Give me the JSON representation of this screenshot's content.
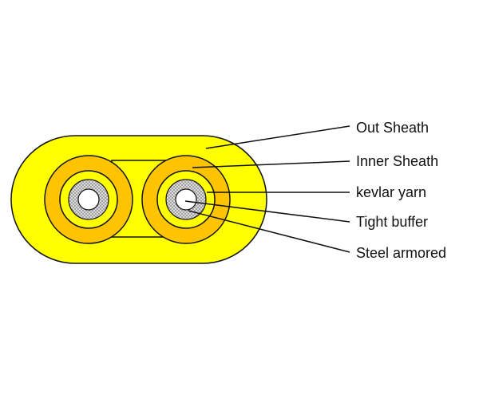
{
  "diagram": {
    "labels": {
      "out_sheath": "Out Sheath",
      "inner_sheath": "Inner Sheath",
      "kevlar_yarn": "kevlar yarn",
      "tight_buffer": "Tight buffer",
      "steel_armored": "Steel armored"
    },
    "colors": {
      "outer_sheath": "#ffff00",
      "inner_sheath": "#ffc400",
      "kevlar_yarn": "#ffff00",
      "steel_armored": "#d9d9d9",
      "tight_buffer": "#ffffff",
      "outline": "#111111"
    }
  }
}
